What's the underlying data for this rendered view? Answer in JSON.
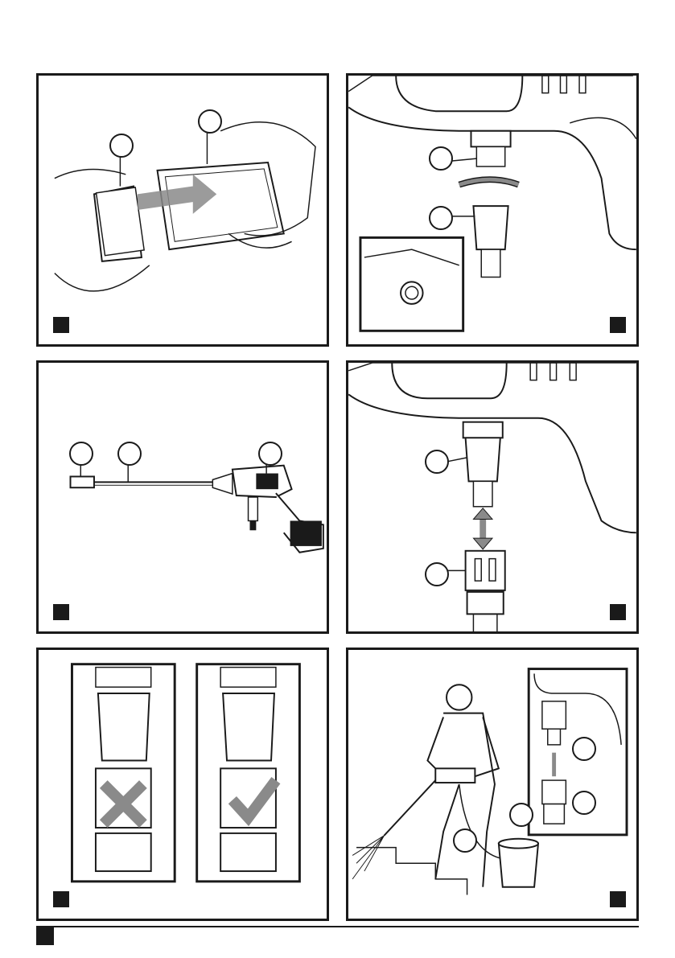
{
  "page": {
    "figures": [
      {
        "id": "fig-1",
        "description_tag": "battery-insertion",
        "callouts": 2
      },
      {
        "id": "fig-2",
        "description_tag": "adapter-attach",
        "callouts": 2
      },
      {
        "id": "fig-3",
        "description_tag": "tool-assembly",
        "callouts": 3
      },
      {
        "id": "fig-4",
        "description_tag": "hose-connector",
        "callouts": 2
      },
      {
        "id": "fig-5",
        "description_tag": "incorrect-correct-connection",
        "callouts": 0
      },
      {
        "id": "fig-6",
        "description_tag": "operation-with-bucket",
        "callouts": 4
      }
    ],
    "colors": {
      "ink": "#1a1a1a",
      "shade": "#8a8a8a",
      "paper": "#ffffff"
    }
  }
}
